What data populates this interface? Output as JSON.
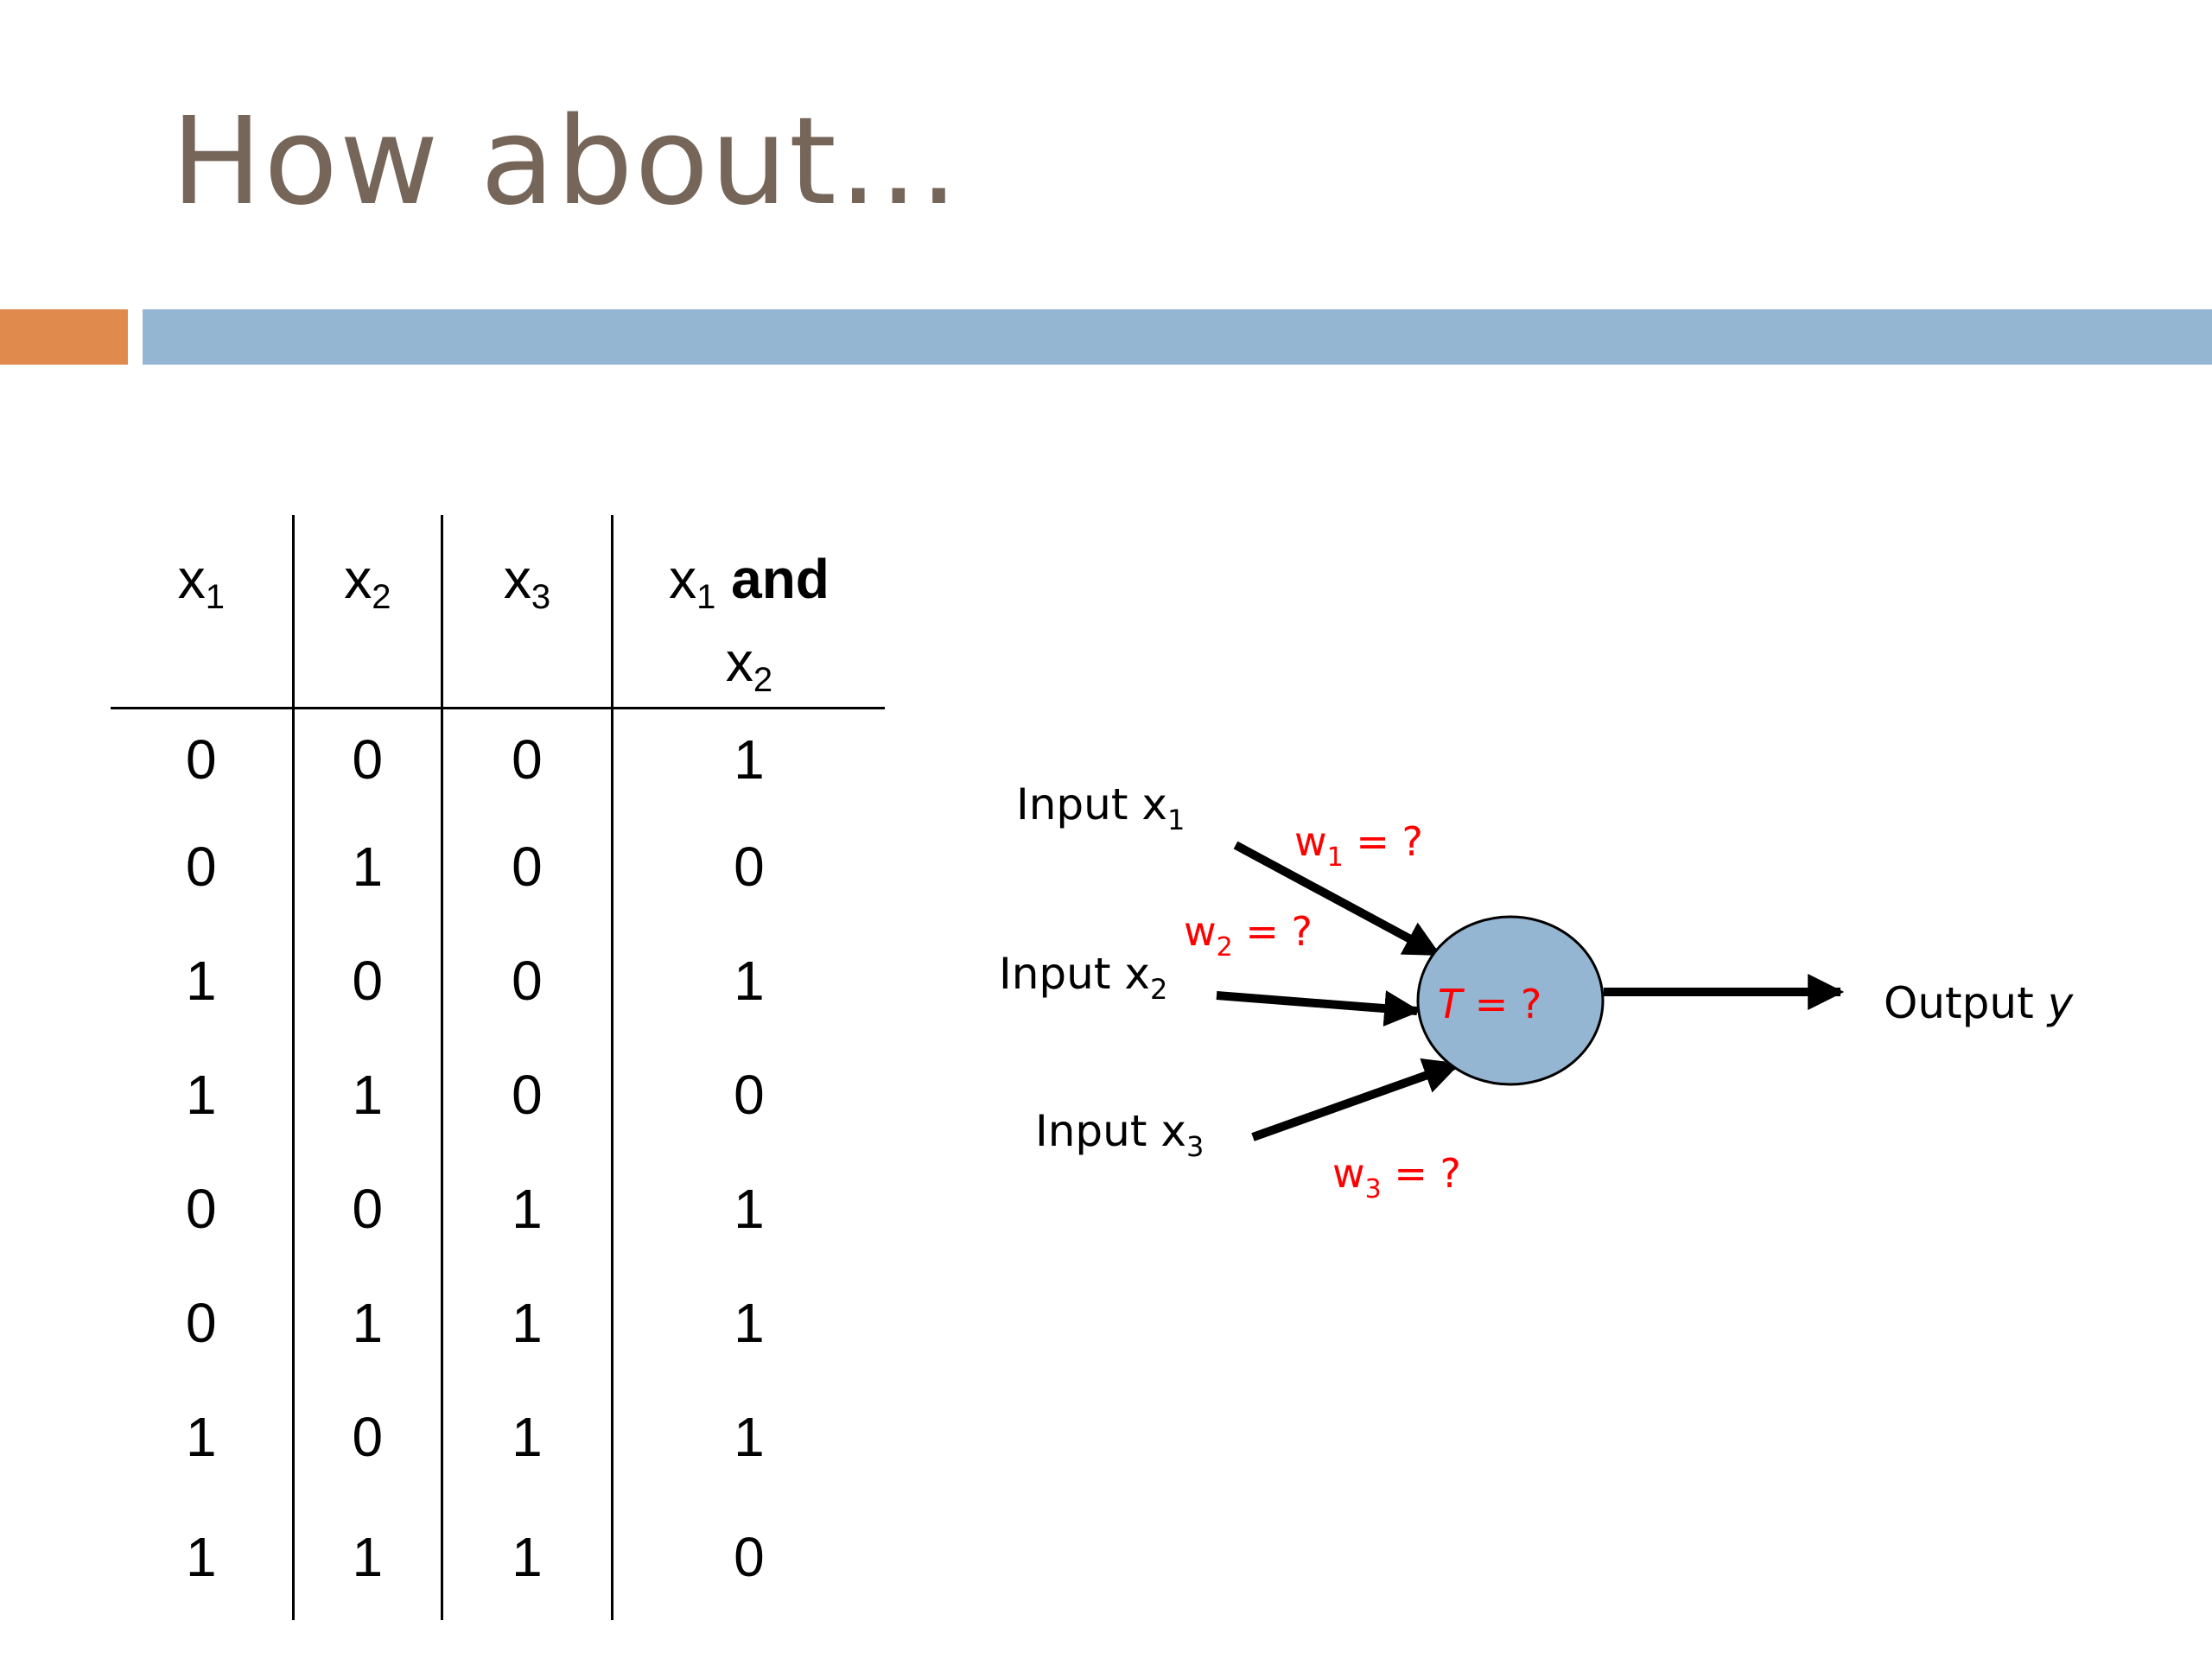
{
  "slide": {
    "title": "How about…"
  },
  "table": {
    "headers": [
      {
        "base": "x",
        "sub": "1"
      },
      {
        "base": "x",
        "sub": "2"
      },
      {
        "base": "x",
        "sub": "3"
      },
      {
        "base": "x",
        "sub": "1",
        "and_word": "and",
        "base2": "x",
        "sub2": "2"
      }
    ],
    "rows": [
      [
        "0",
        "0",
        "0",
        "1"
      ],
      [
        "0",
        "1",
        "0",
        "0"
      ],
      [
        "1",
        "0",
        "0",
        "1"
      ],
      [
        "1",
        "1",
        "0",
        "0"
      ],
      [
        "0",
        "0",
        "1",
        "1"
      ],
      [
        "0",
        "1",
        "1",
        "1"
      ],
      [
        "1",
        "0",
        "1",
        "1"
      ],
      [
        "1",
        "1",
        "1",
        "0"
      ]
    ]
  },
  "diagram": {
    "inputs": [
      {
        "prefix": "Input x",
        "sub": "1"
      },
      {
        "prefix": "Input x",
        "sub": "2"
      },
      {
        "prefix": "Input x",
        "sub": "3"
      }
    ],
    "weights": [
      {
        "prefix": "w",
        "sub": "1",
        "suffix": " = ?"
      },
      {
        "prefix": "w",
        "sub": "2",
        "suffix": " = ?"
      },
      {
        "prefix": "w",
        "sub": "3",
        "suffix": " = ?"
      }
    ],
    "threshold": {
      "symbol": "T",
      "suffix": " = ?"
    },
    "output": {
      "prefix": "Output ",
      "var": "y"
    }
  },
  "colors": {
    "title": "#76665a",
    "accent_bar": "#e08a4e",
    "main_bar": "#94b6d2",
    "node_fill": "#94b6d2",
    "weight_text": "#ff0000"
  }
}
